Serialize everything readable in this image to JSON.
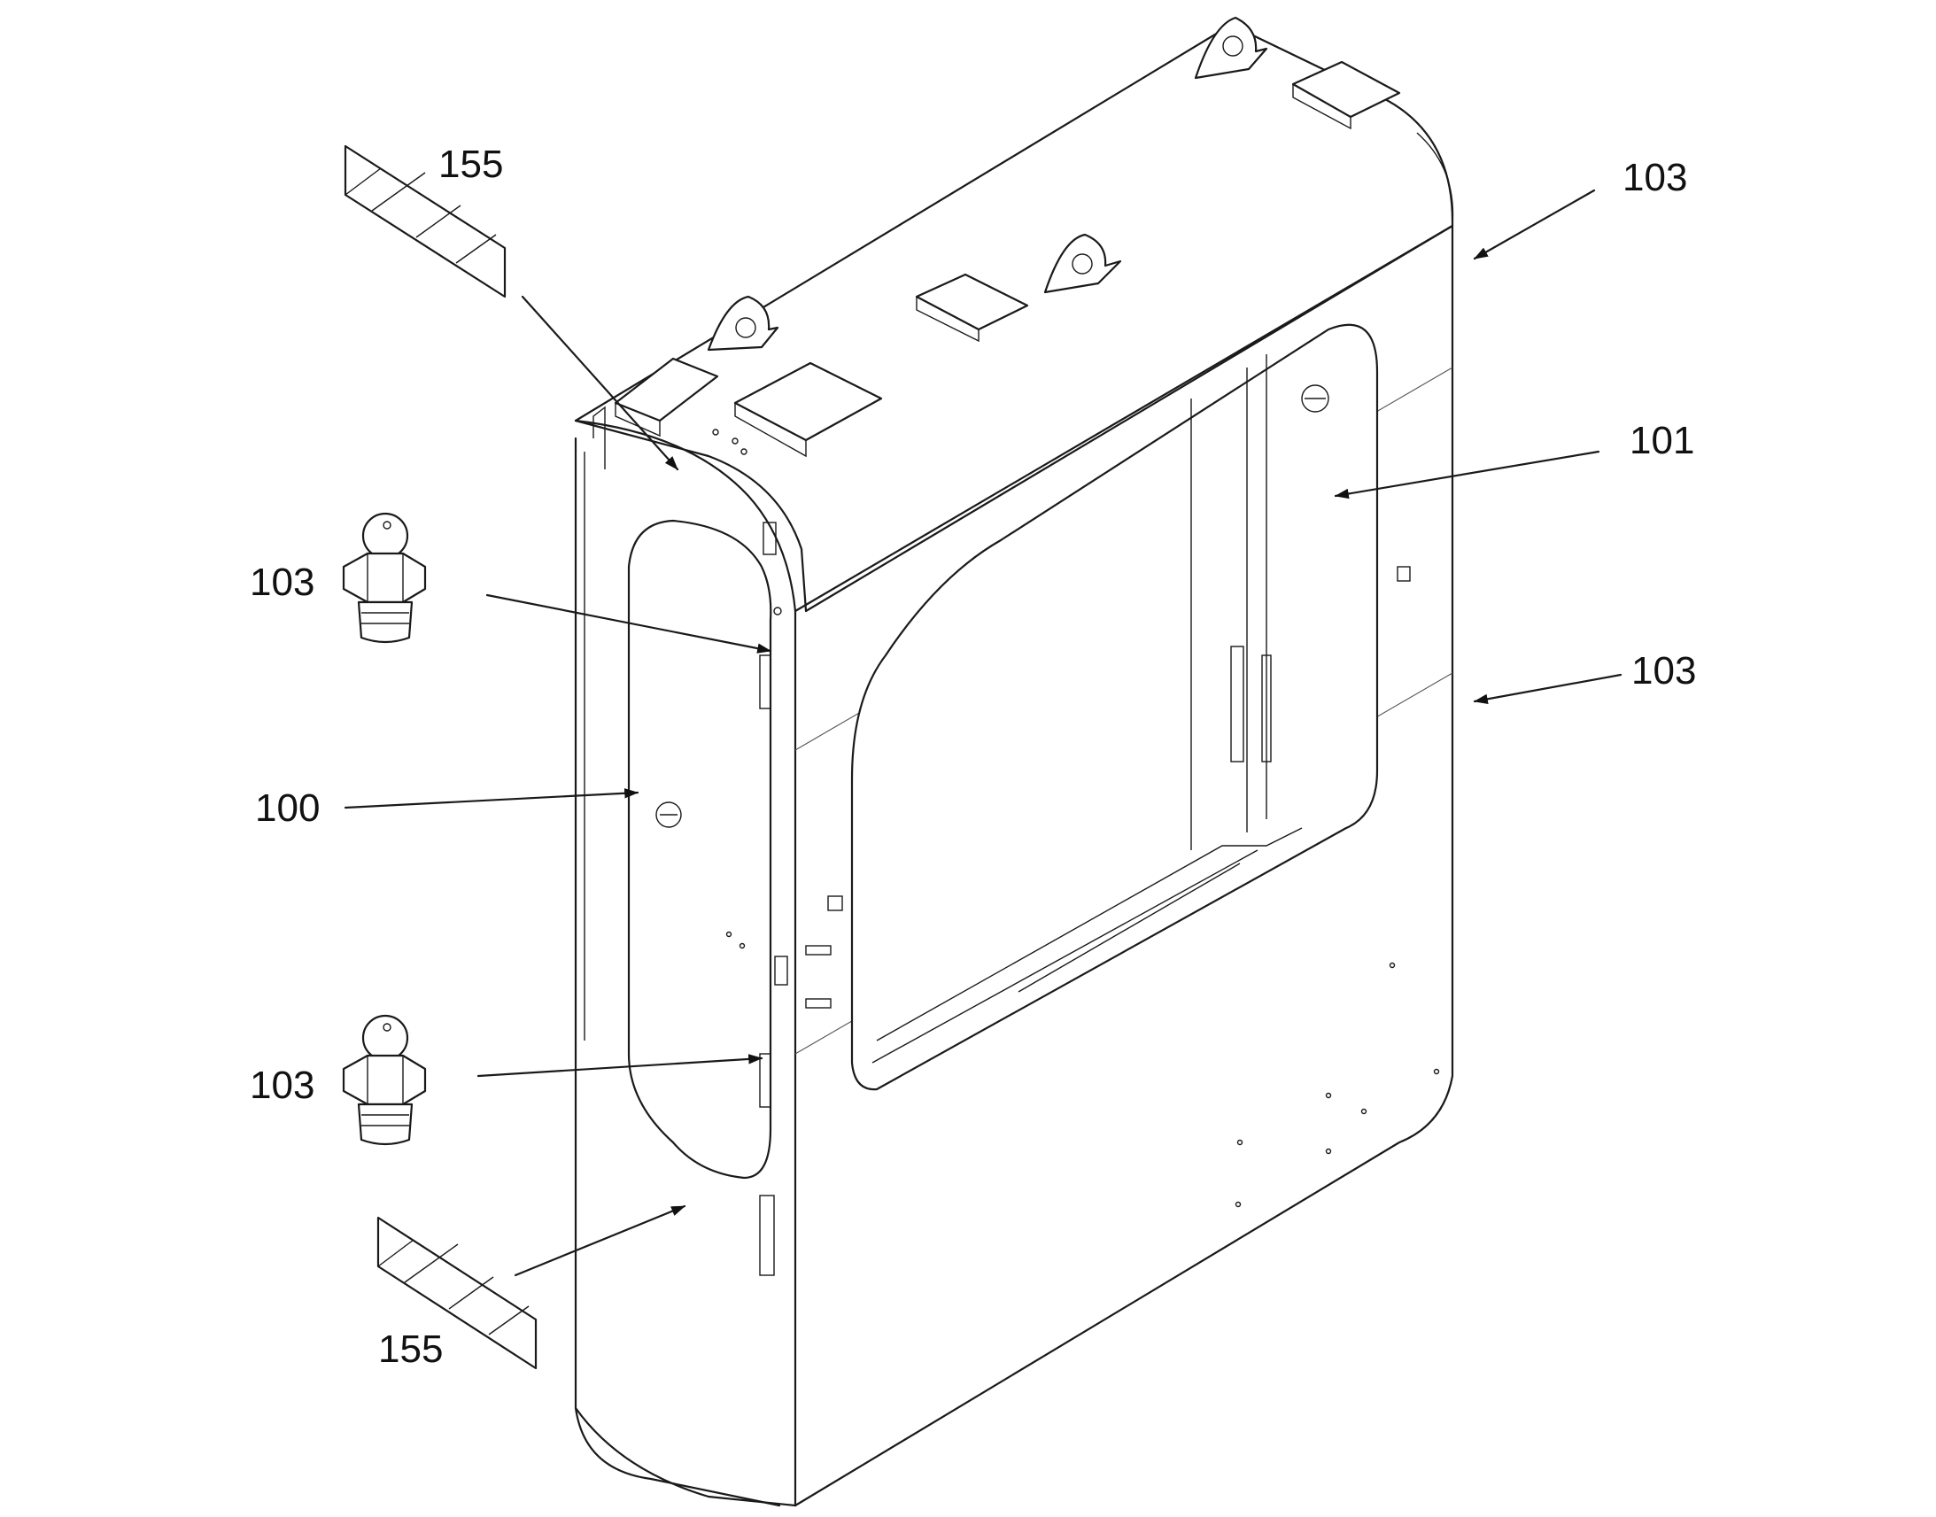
{
  "callouts": [
    {
      "id": "top-left",
      "text": "155"
    },
    {
      "id": "top-right",
      "text": "103"
    },
    {
      "id": "right-101",
      "text": "101"
    },
    {
      "id": "left-103-upper",
      "text": "103"
    },
    {
      "id": "right-103-lower",
      "text": "103"
    },
    {
      "id": "left-100",
      "text": "100"
    },
    {
      "id": "left-103-lower",
      "text": "103"
    },
    {
      "id": "bottom-left",
      "text": "155"
    }
  ]
}
